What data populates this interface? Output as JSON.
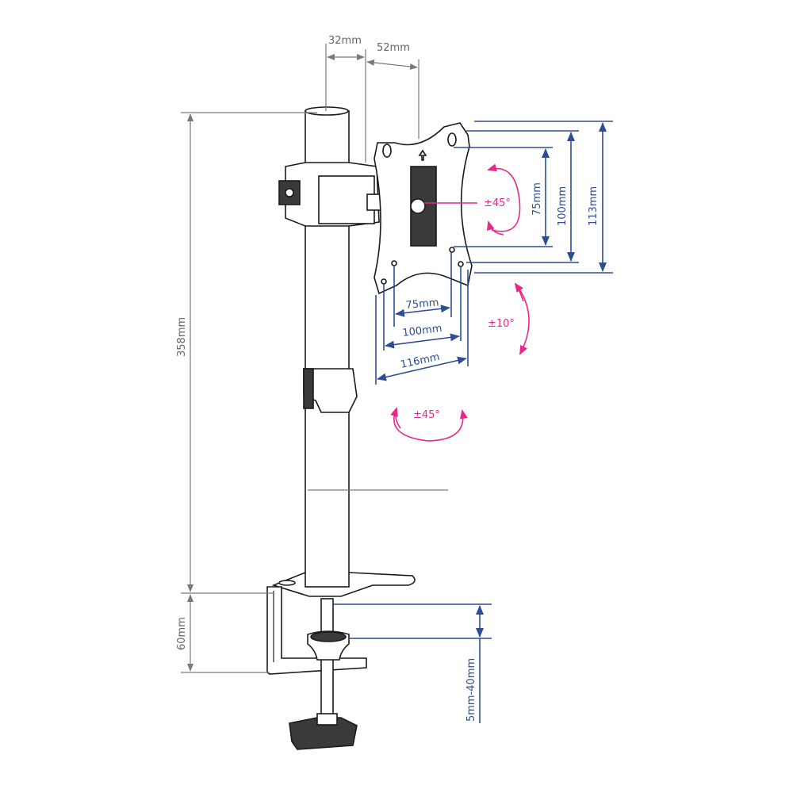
{
  "colors": {
    "dimension_grey": "#7a7a7a",
    "dimension_blue": "#2e4d94",
    "rotation_pink": "#e5288a"
  },
  "dimensions": {
    "arm_offset_1": "32mm",
    "arm_offset_2": "52mm",
    "pole_height": "358mm",
    "clamp_height": "60mm",
    "vesa_v_75": "75mm",
    "vesa_v_100": "100mm",
    "plate_height": "113mm",
    "vesa_h_75": "75mm",
    "vesa_h_100": "100mm",
    "plate_width": "116mm",
    "desk_thickness": "5mm-40mm"
  },
  "rotations": {
    "rotate": "±45°",
    "tilt": "±10°",
    "swivel": "±45°"
  }
}
